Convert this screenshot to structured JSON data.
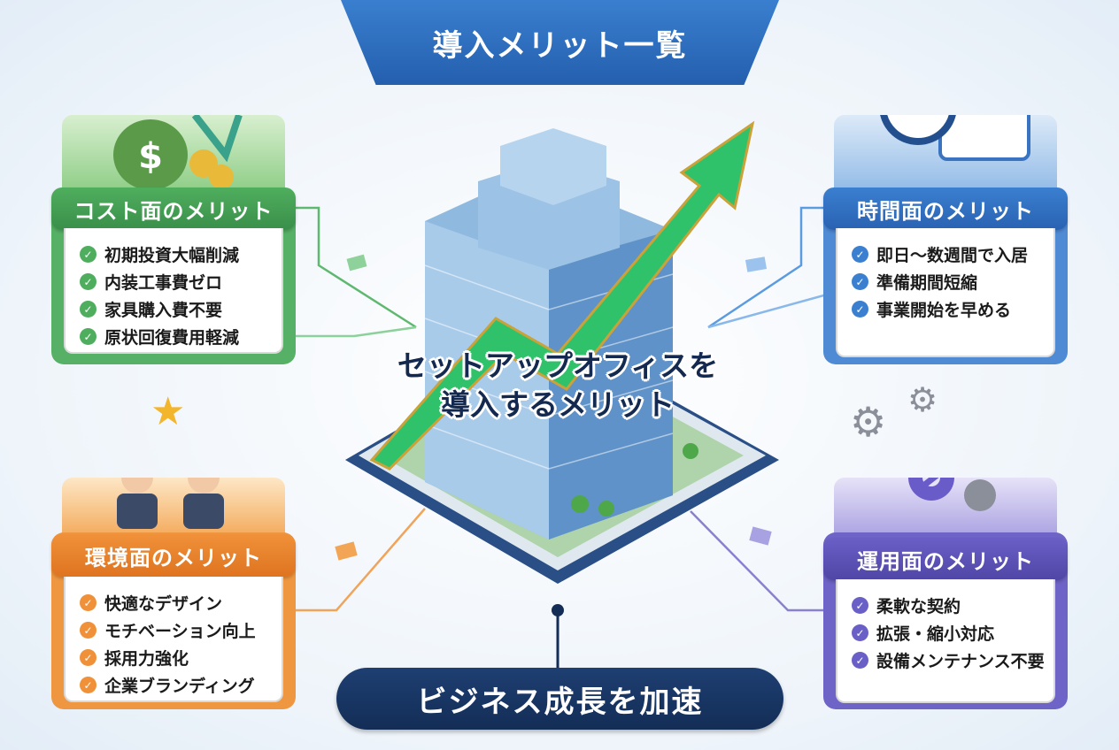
{
  "title": "導入メリット一覧",
  "center_title": [
    "セットアップオフィスを",
    "導入するメリット"
  ],
  "bottom_banner": "ビジネス成長を加速",
  "colors": {
    "cost": "#3e9a4f",
    "time": "#2f6cc0",
    "environment": "#e8822a",
    "operations": "#5a4fb0",
    "navy": "#132d56"
  },
  "cards": {
    "cost": {
      "heading": "コスト面のメリット",
      "icon": "money-bag-icon",
      "items": [
        "初期投資大幅削減",
        "内装工事費ゼロ",
        "家具購入費不要",
        "原状回復費用軽減"
      ]
    },
    "time": {
      "heading": "時間面のメリット",
      "icon": "clock-calendar-icon",
      "items": [
        "即日〜数週間で入居",
        "準備期間短縮",
        "事業開始を早める"
      ]
    },
    "environment": {
      "heading": "環境面のメリット",
      "icon": "team-star-icon",
      "items": [
        "快適なデザイン",
        "モチベーション向上",
        "採用力強化",
        "企業ブランディング"
      ]
    },
    "operations": {
      "heading": "運用面のメリット",
      "icon": "gears-growth-icon",
      "items": [
        "柔軟な契約",
        "拡張・縮小対応",
        "設備メンテナンス不要"
      ]
    }
  }
}
